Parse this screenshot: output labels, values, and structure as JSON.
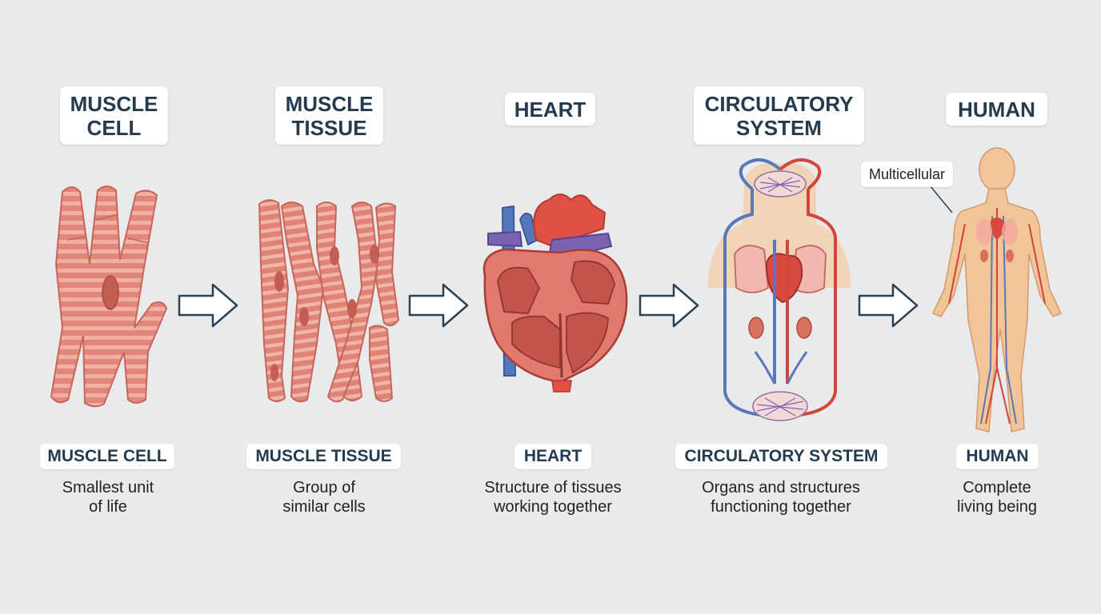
{
  "stages": [
    {
      "title": "MUSCLE\nCELL",
      "label": "MUSCLE CELL",
      "description": "Smallest unit\nof life"
    },
    {
      "title": "MUSCLE\nTISSUE",
      "label": "MUSCLE TISSUE",
      "description": "Group of\nsimilar cells"
    },
    {
      "title": "HEART",
      "label": "HEART",
      "description": "Structure of tissues\nworking together"
    },
    {
      "title": "CIRCULATORY\nSYSTEM",
      "label": "CIRCULATORY SYSTEM",
      "description": "Organs and structures\nfunctioning together"
    },
    {
      "title": "HUMAN",
      "label": "HUMAN",
      "description": "Complete\nliving being"
    }
  ],
  "callout": "Multicellular",
  "colors": {
    "background": "#e9eaeb",
    "muscle": "#e07f72",
    "muscle_stripe": "#f0b2a6",
    "artery_red": "#d0463a",
    "vein_blue": "#5a78b8",
    "heading_text": "#233a4f",
    "arrow_outline": "#2b4256",
    "skin": "#f2c49a"
  }
}
